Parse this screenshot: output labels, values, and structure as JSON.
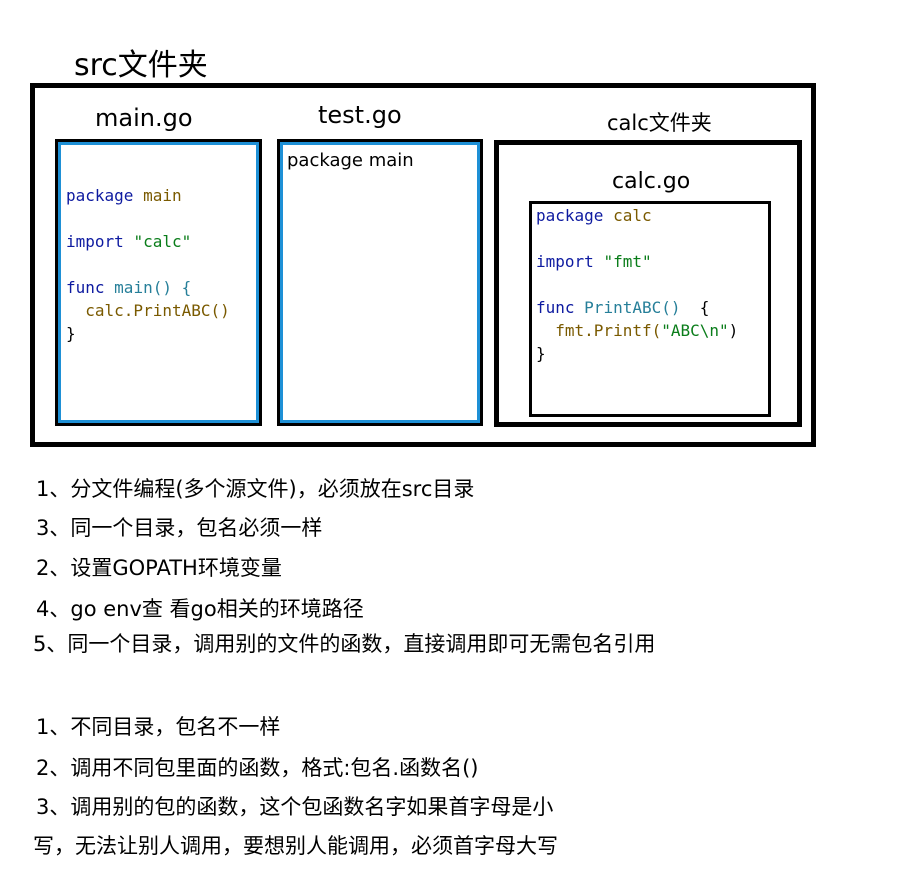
{
  "title": "src文件夹",
  "main_go": {
    "label": "main.go",
    "lines": [
      [
        "package",
        "main"
      ],
      [
        "import",
        "\"calc\""
      ],
      [
        "func",
        "main() {"
      ],
      [
        "calc.PrintABC()"
      ],
      [
        "}"
      ]
    ]
  },
  "test_go": {
    "label": "test.go",
    "text": "package main"
  },
  "calc_folder": {
    "label": "calc文件夹",
    "file_label": "calc.go",
    "l1": [
      "package",
      "calc"
    ],
    "l2": [
      "import",
      "\"fmt\""
    ],
    "l3": [
      "func",
      "PrintABC()",
      "{"
    ],
    "l4": [
      "fmt.Printf(",
      "\"ABC\\n\"",
      ")"
    ],
    "l5": "}"
  },
  "notes": [
    "1、分文件编程(多个源文件)，必须放在src目录",
    "3、同一个目录，包名必须一样",
    "2、设置GOPATH环境变量",
    "4、go env查 看go相关的环境路径",
    "5、同一个目录，调用别的文件的函数，直接调用即可无需包名引用"
  ],
  "notes2": [
    "1、不同目录，包名不一样",
    "2、调用不同包里面的函数，格式:包名.函数名()",
    "3、调用别的包的函数，这个包函数名字如果首字母是小",
    "写，无法让别人调用，要想别人能调用，必须首字母大写"
  ]
}
